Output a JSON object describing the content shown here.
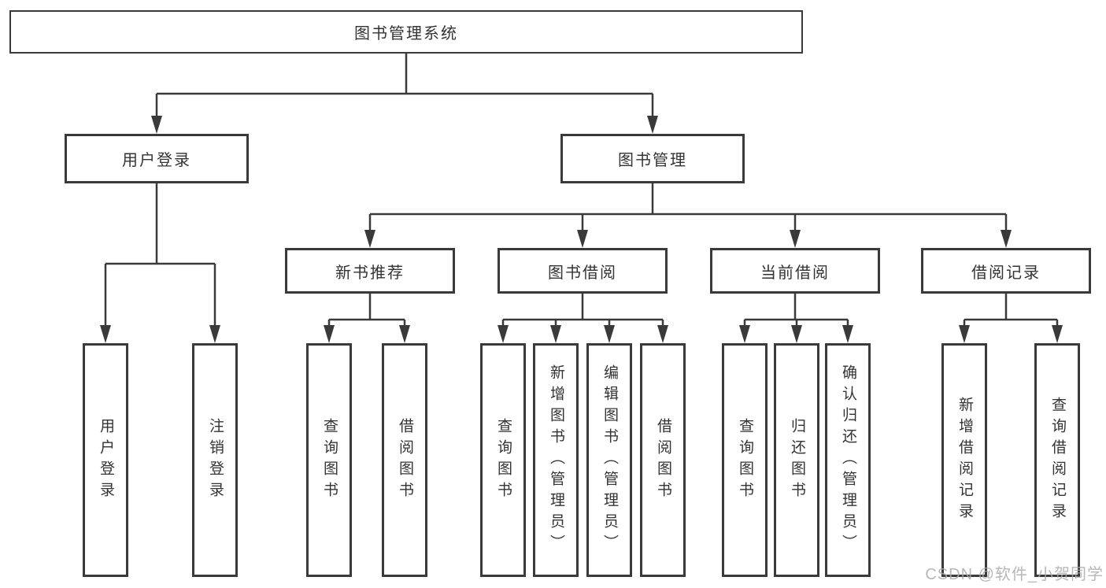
{
  "colors": {
    "background": "#ffffff",
    "line": "#3a3a3a",
    "box_border": "#3a3a3a",
    "text": "#333333",
    "watermark": "#aaaaaa"
  },
  "diagram": {
    "root": {
      "label": "图书管理系统"
    },
    "branches": [
      {
        "label": "用户登录",
        "children": [
          "用户登录",
          "注销登录"
        ]
      },
      {
        "label": "图书管理",
        "children": [
          {
            "label": "新书推荐",
            "children": [
              "查询图书",
              "借阅图书"
            ]
          },
          {
            "label": "图书借阅",
            "children": [
              "查询图书",
              "新增图书（管理员）",
              "编辑图书（管理员）",
              "借阅图书"
            ]
          },
          {
            "label": "当前借阅",
            "children": [
              "查询图书",
              "归还图书",
              "确认归还（管理员）"
            ]
          },
          {
            "label": "借阅记录",
            "children": [
              "新增借阅记录",
              "查询借阅记录"
            ]
          }
        ]
      }
    ]
  },
  "watermark": {
    "text": "CSDN @软件_小贺同学"
  }
}
